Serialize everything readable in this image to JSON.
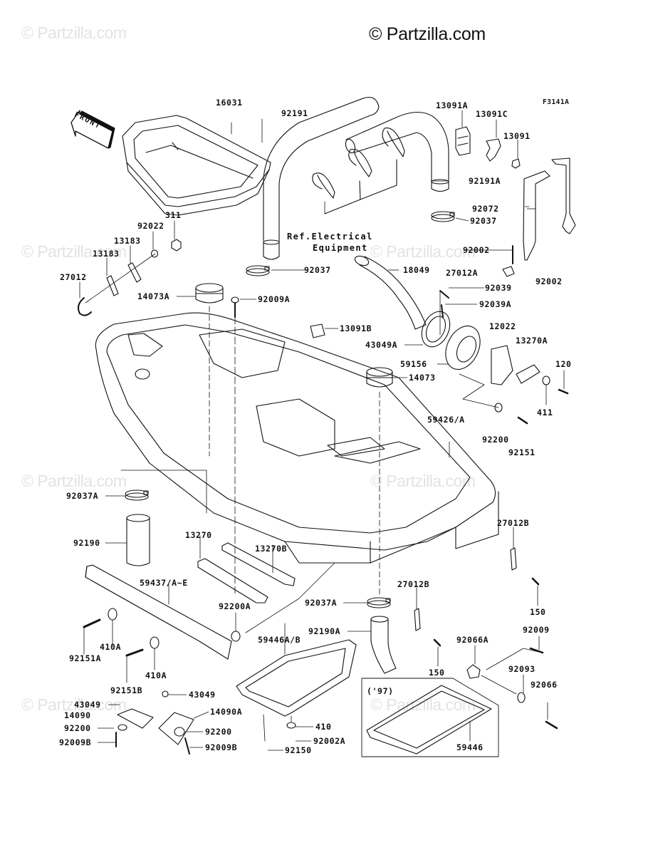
{
  "watermarks": {
    "main": "© Partzilla.com",
    "faint": "© Partzilla.com"
  },
  "diagram": {
    "figure_code": "F3141A",
    "front_indicator": "FRONT",
    "reference_note_line1": "Ref.Electrical",
    "reference_note_line2": "Equipment",
    "year_note": "('97)",
    "parts": [
      {
        "id": "16031"
      },
      {
        "id": "92191"
      },
      {
        "id": "13091A"
      },
      {
        "id": "13091C"
      },
      {
        "id": "13091"
      },
      {
        "id": "92191A"
      },
      {
        "id": "92072"
      },
      {
        "id": "92037"
      },
      {
        "id": "311"
      },
      {
        "id": "92022"
      },
      {
        "id": "13183"
      },
      {
        "id": "13183"
      },
      {
        "id": "27012"
      },
      {
        "id": "92037"
      },
      {
        "id": "92002"
      },
      {
        "id": "18049"
      },
      {
        "id": "27012A"
      },
      {
        "id": "92002"
      },
      {
        "id": "92039"
      },
      {
        "id": "14073A"
      },
      {
        "id": "92009A"
      },
      {
        "id": "92039A"
      },
      {
        "id": "13091B"
      },
      {
        "id": "12022"
      },
      {
        "id": "43049A"
      },
      {
        "id": "13270A"
      },
      {
        "id": "59156"
      },
      {
        "id": "14073"
      },
      {
        "id": "120"
      },
      {
        "id": "411"
      },
      {
        "id": "59426/A"
      },
      {
        "id": "92200"
      },
      {
        "id": "92151"
      },
      {
        "id": "92037A"
      },
      {
        "id": "27012B"
      },
      {
        "id": "13270"
      },
      {
        "id": "92190"
      },
      {
        "id": "13270B"
      },
      {
        "id": "59437/A~E"
      },
      {
        "id": "92037A"
      },
      {
        "id": "27012B"
      },
      {
        "id": "150"
      },
      {
        "id": "92200A"
      },
      {
        "id": "92190A"
      },
      {
        "id": "410A"
      },
      {
        "id": "92009"
      },
      {
        "id": "59446A/B"
      },
      {
        "id": "92066A"
      },
      {
        "id": "92151A"
      },
      {
        "id": "410A"
      },
      {
        "id": "150"
      },
      {
        "id": "92093"
      },
      {
        "id": "92151B"
      },
      {
        "id": "92066"
      },
      {
        "id": "43049"
      },
      {
        "id": "43049"
      },
      {
        "id": "14090"
      },
      {
        "id": "14090A"
      },
      {
        "id": "410"
      },
      {
        "id": "92200"
      },
      {
        "id": "92200"
      },
      {
        "id": "92002A"
      },
      {
        "id": "92009B"
      },
      {
        "id": "92009B"
      },
      {
        "id": "92150"
      },
      {
        "id": "59446"
      }
    ]
  }
}
